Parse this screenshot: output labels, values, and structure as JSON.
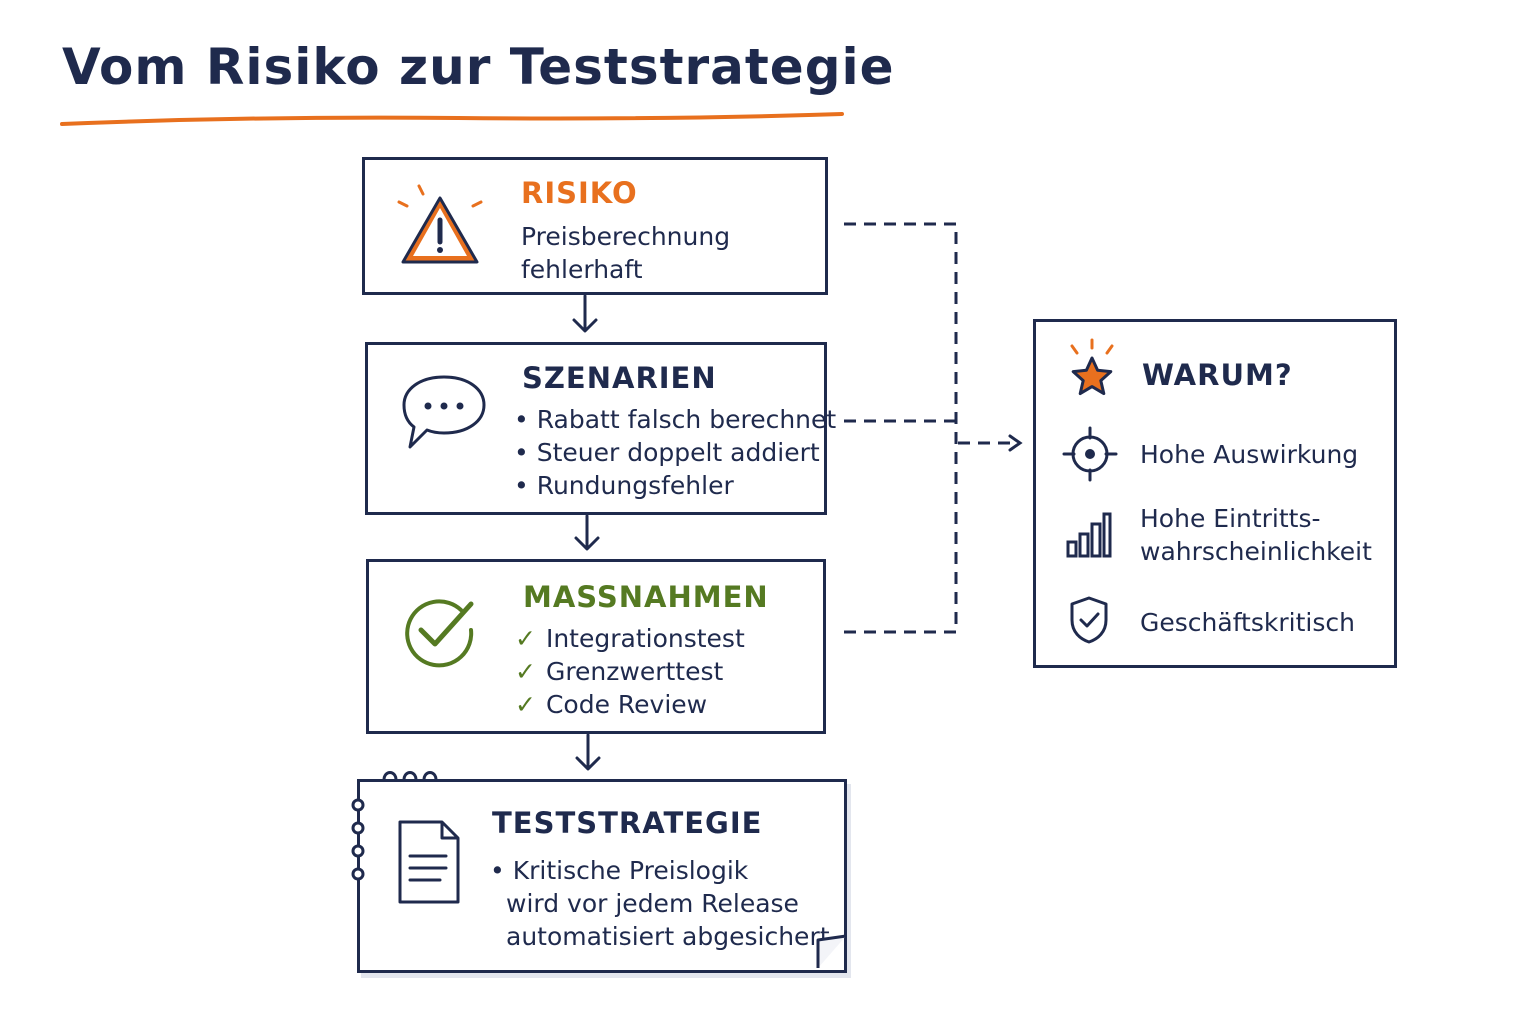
{
  "title": "Vom Risiko zur Teststrategie",
  "colors": {
    "ink": "#1f2a4d",
    "accent_orange": "#e8701e",
    "accent_green": "#557a22"
  },
  "risiko": {
    "heading": "RISIKO",
    "lines": [
      "Preisberechnung",
      "fehlerhaft"
    ],
    "icon": "warning-icon"
  },
  "szenarien": {
    "heading": "SZENARIEN",
    "items": [
      "Rabatt falsch berechnet",
      "Steuer doppelt addiert",
      "Rundungsfehler"
    ],
    "icon": "speech-bubble-icon"
  },
  "massnahmen": {
    "heading": "MASSNAHMEN",
    "items": [
      "Integrationstest",
      "Grenzwerttest",
      "Code Review"
    ],
    "icon": "check-circle-icon"
  },
  "teststrategie": {
    "heading": "TESTSTRATEGIE",
    "lines": [
      "Kritische Preislogik",
      "wird vor jedem Release",
      "automatisiert abgesichert."
    ],
    "icon": "document-icon"
  },
  "warum": {
    "heading": "WARUM?",
    "icon": "star-icon",
    "items": [
      {
        "label": "Hohe Auswirkung",
        "icon": "target-icon"
      },
      {
        "label": "Hohe Eintritts-",
        "label2": "wahrscheinlichkeit",
        "icon": "bar-chart-icon"
      },
      {
        "label": "Geschäftskritisch",
        "icon": "shield-icon"
      }
    ]
  }
}
